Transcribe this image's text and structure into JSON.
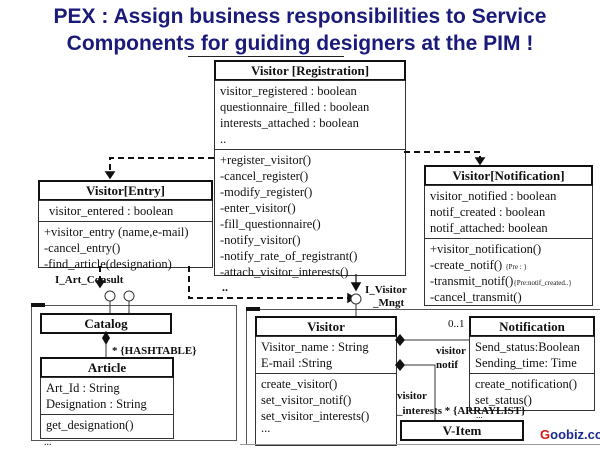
{
  "title": {
    "line1": "PEX : Assign business responsibilities to Service",
    "line2": "Components for guiding designers at the PIM !"
  },
  "classes": {
    "registration": {
      "name": "Visitor [Registration]",
      "attributes": [
        "visitor_registered : boolean",
        "questionnaire_filled : boolean",
        "interests_attached : boolean",
        ".."
      ],
      "operations": [
        "+register_visitor()",
        "-cancel_register()",
        "-modify_register()",
        "-enter_visitor()",
        "-fill_questionnaire()",
        "-notify_visitor()",
        "-notify_rate_of_registrant()",
        "-attach_visitor_interests()"
      ]
    },
    "entry": {
      "name": "Visitor[Entry]",
      "attributes": [
        "visitor_entered : boolean"
      ],
      "operations": [
        "+visitor_entry (name,e-mail)",
        "-cancel_entry()",
        "-find_article(designation)"
      ]
    },
    "notification_component": {
      "name": "Visitor[Notification]",
      "attributes": [
        "visitor_notified : boolean",
        "notif_created : boolean",
        "notif_attached: boolean"
      ],
      "operations": [
        {
          "text": "+visitor_notification()",
          "note": ""
        },
        {
          "text": "-create_notif()",
          "note": "{Pre : }"
        },
        {
          "text": "-transmit_notif()",
          "note": "{Pre:notif_created..}"
        },
        {
          "text": "-cancel_transmit()",
          "note": ""
        }
      ]
    },
    "catalog": {
      "name": "Catalog"
    },
    "article": {
      "name": "Article",
      "attributes": [
        "Art_Id : String",
        "Designation : String"
      ],
      "operations": [
        "get_designation()"
      ]
    },
    "visitor": {
      "name": "Visitor",
      "attributes": [
        "Visitor_name : String",
        "E-mail :String"
      ],
      "operations": [
        "create_visitor()",
        "set_visitor_notif()",
        "set_visitor_interests()",
        "..."
      ]
    },
    "notification": {
      "name": "Notification",
      "attributes": [
        "Send_status:Boolean",
        "Sending_time: Time"
      ],
      "operations": [
        "create_notification()",
        "set_status()"
      ]
    },
    "vitem": {
      "name": "V-Item"
    }
  },
  "labels": {
    "registration_ellipsis": "..",
    "i_art_consult": "I_Art_Consult",
    "i_visitor_mngt_1": "I_Visitor",
    "i_visitor_mngt_2": "_Mngt",
    "hashtable": "* {HASHTABLE}",
    "catalog_pkg_ellipsis": "...",
    "multiplicity_0_1": "0..1",
    "visitor_notif_1": "visitor",
    "visitor_notif_2": "notif",
    "visitor_interests_1": "visitor",
    "visitor_interests_2": "_interests * {ARRAYLIST}",
    "vitem_ellipsis": "..."
  },
  "brand": {
    "g": "G",
    "rest": "oobiz.com",
    "g_color": "#d61a1a",
    "color": "#1a2a8a"
  },
  "colors": {
    "title": "#1a1a7a"
  }
}
